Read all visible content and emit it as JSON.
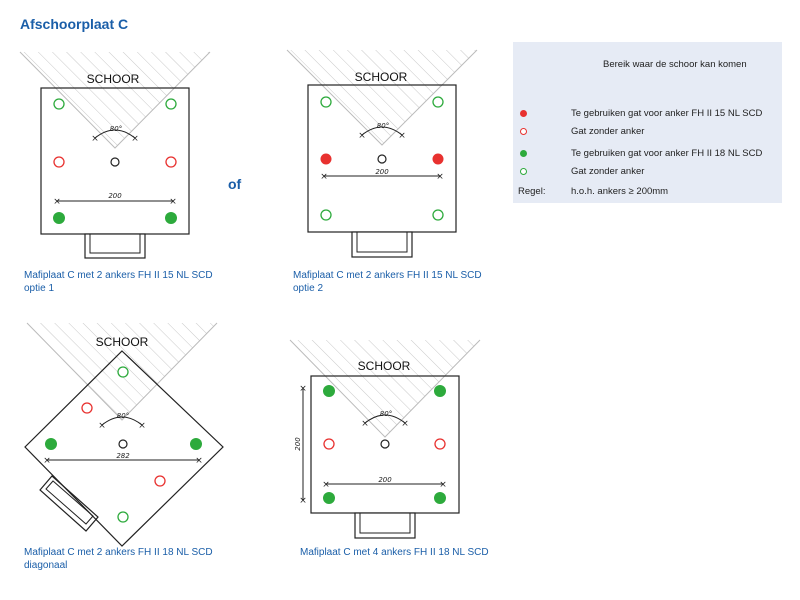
{
  "title": "Afschoorplaat C",
  "separator": "of",
  "labels": {
    "schoor": "SCHOOR",
    "angle": "80°",
    "dim_200": "200",
    "dim_282": "282"
  },
  "captions": {
    "opt1": [
      "Mafiplaat C met 2 ankers FH II 15 NL SCD",
      "optie 1"
    ],
    "opt2": [
      "Mafiplaat C met 2 ankers FH II 15 NL SCD",
      "optie 2"
    ],
    "diag": [
      "Mafiplaat C met 2 ankers FH II 18 NL SCD",
      "diagonaal"
    ],
    "four": [
      "Mafiplaat C met 4 ankers FH II 18 NL SCD"
    ]
  },
  "legend": {
    "heading": "Bereik waar de schoor kan komen",
    "items": [
      {
        "symbol": "red-filled",
        "text": "Te gebruiken gat voor anker FH II 15 NL SCD"
      },
      {
        "symbol": "red-open",
        "text": "Gat zonder anker"
      },
      {
        "symbol": "green-filled",
        "text": "Te gebruiken gat voor anker FH II 18 NL SCD"
      },
      {
        "symbol": "green-open",
        "text": "Gat zonder anker"
      }
    ],
    "rule_label": "Regel:",
    "rule_text": "h.o.h. ankers ≥ 200mm"
  },
  "colors": {
    "accent": "#1a5ea8",
    "red": "#e8312f",
    "green": "#2daa3c",
    "legend_bg": "#e6ebf5",
    "hatch": "#c9c9c9"
  }
}
